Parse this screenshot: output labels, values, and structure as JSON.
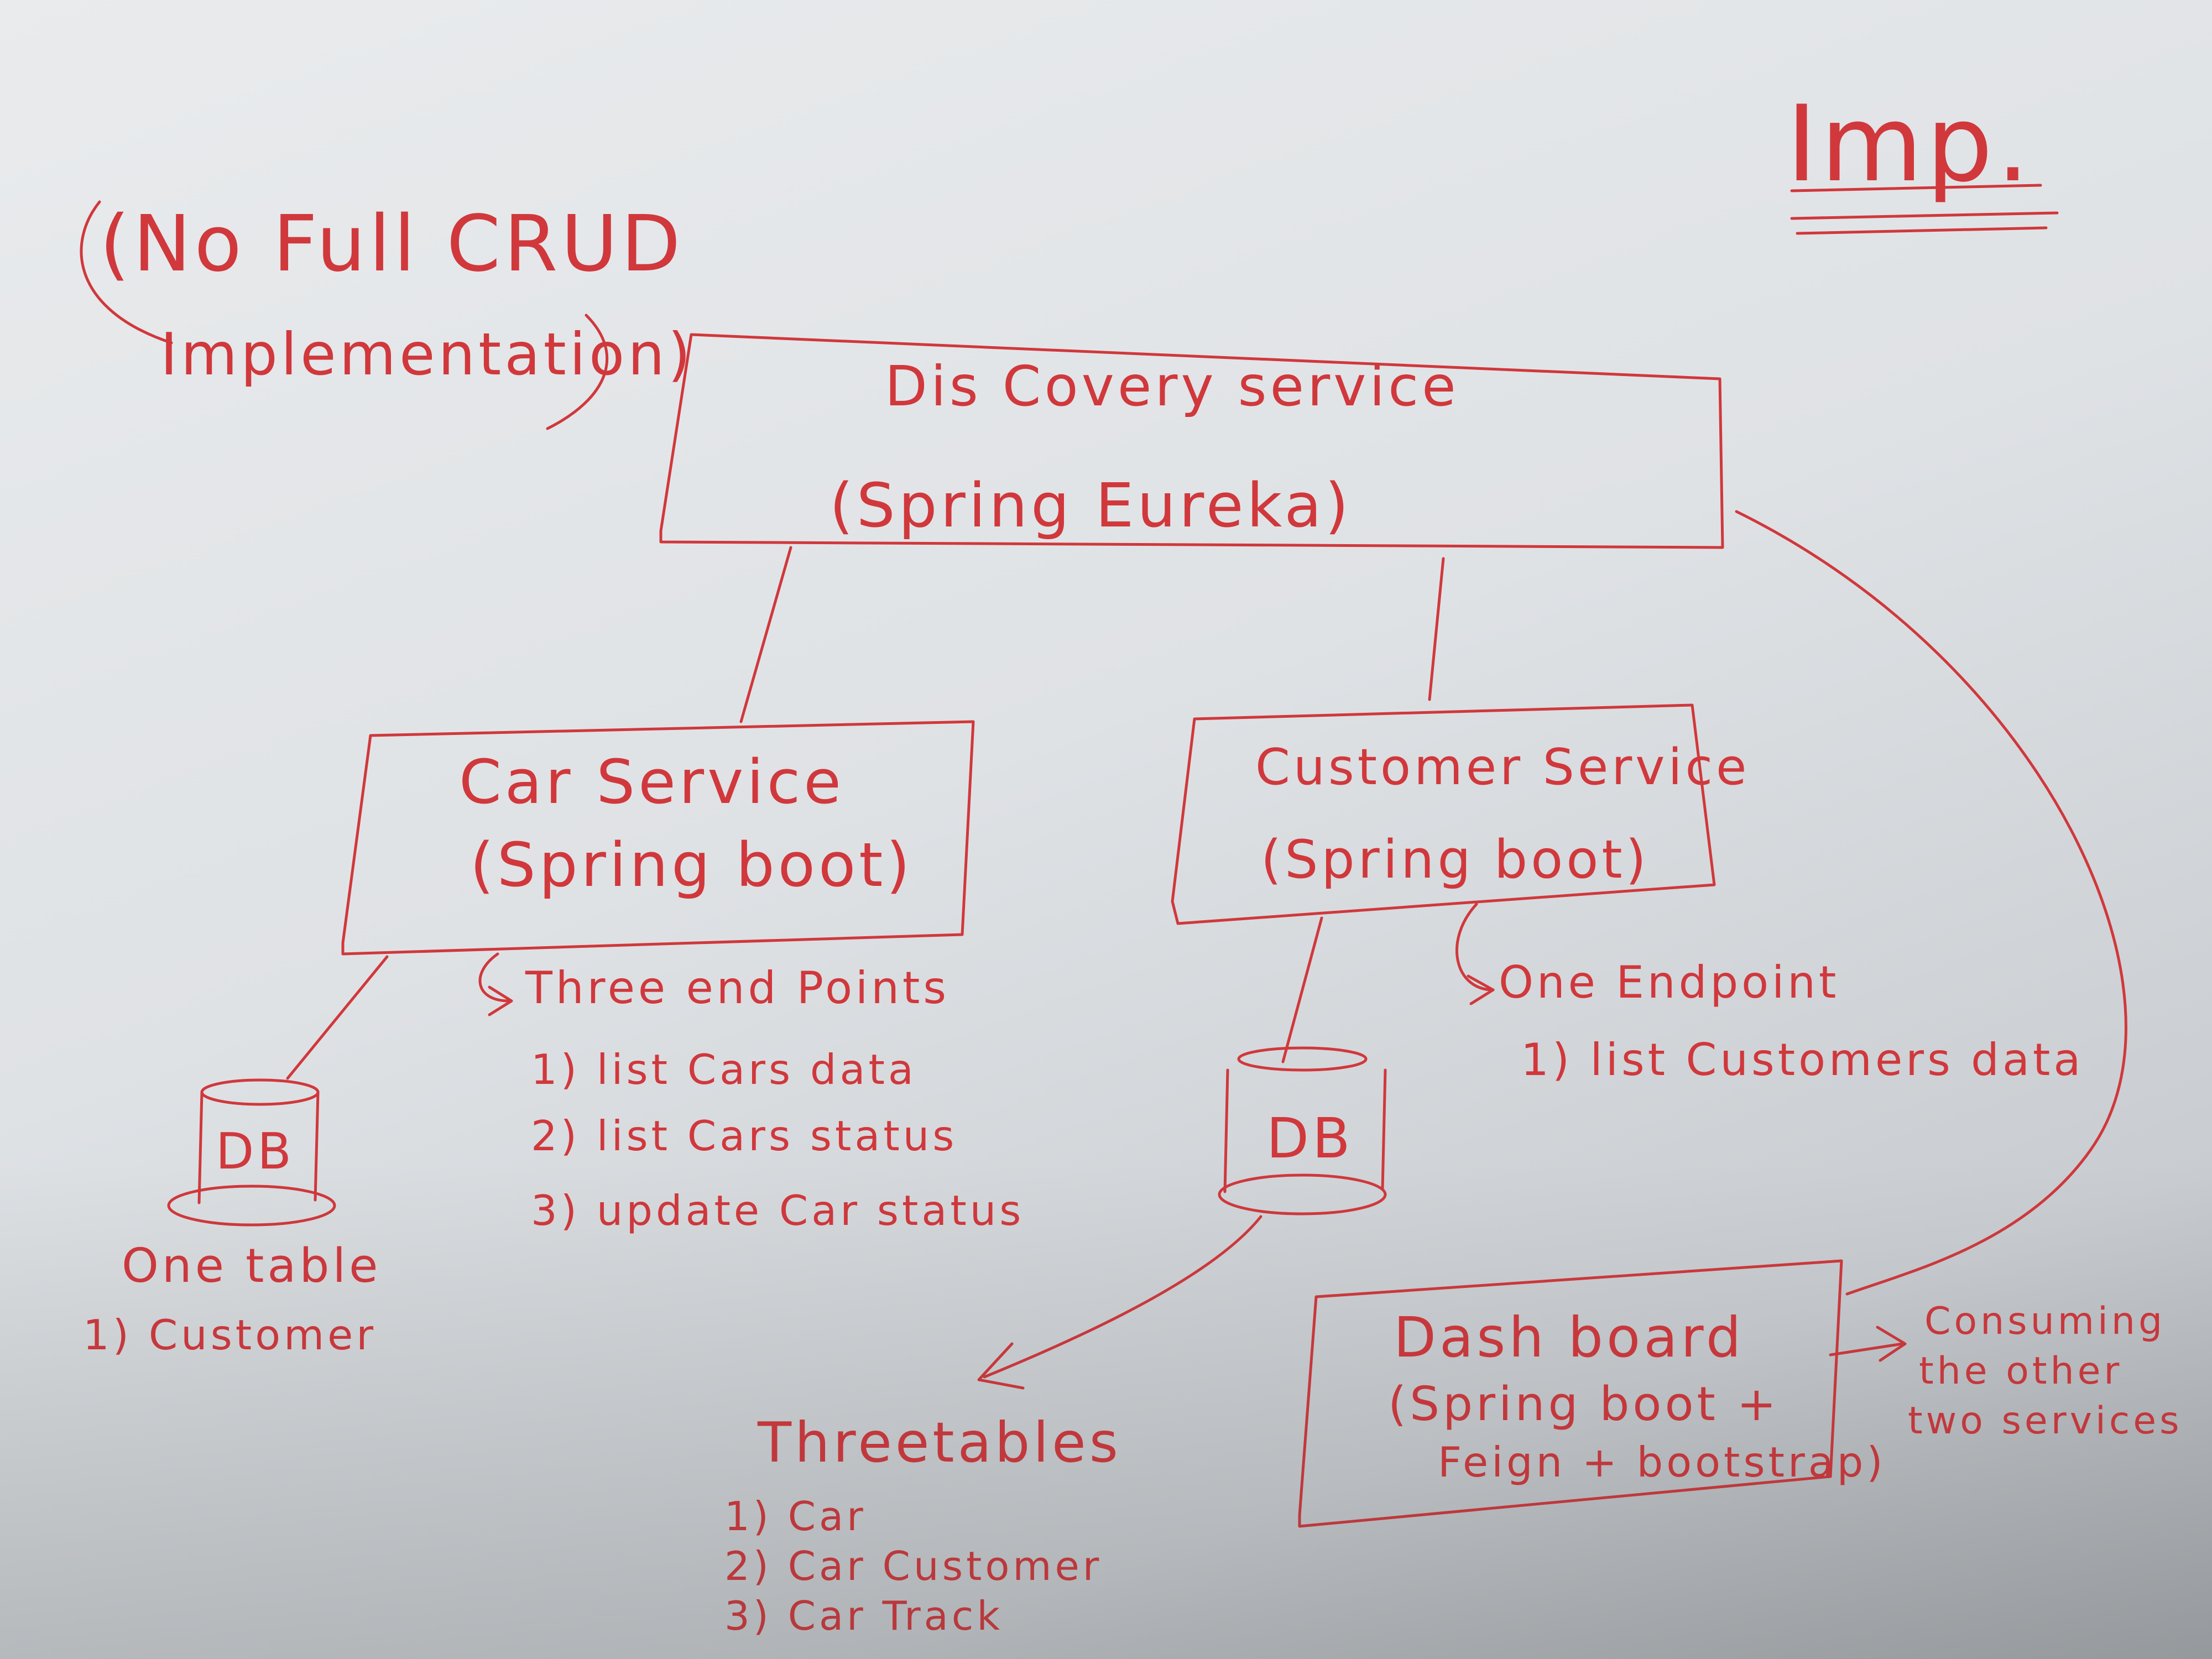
{
  "note": {
    "line1": "(No Full CRUD",
    "line2": "Implementation)",
    "imp": "Imp."
  },
  "discovery": {
    "title": "Dis Covery service",
    "subtitle": "(Spring Eureka)"
  },
  "car_service": {
    "title": "Car Service",
    "subtitle": "(Spring boot)",
    "endpoints_heading": "Three end Points",
    "endpoints": [
      "1) list Cars data",
      "2) list Cars status",
      "3) update Car status"
    ],
    "db_label": "DB",
    "tables_heading": "One table",
    "tables": [
      "1) Customer"
    ]
  },
  "customer_service": {
    "title": "Customer Service",
    "subtitle": "(Spring boot)",
    "endpoints_heading": "One Endpoint",
    "endpoints": [
      "1) list Customers data"
    ],
    "db_label": "DB",
    "tables_heading": "Threetables",
    "tables": [
      "1) Car",
      "2) Car Customer",
      "3) Car Track"
    ]
  },
  "dashboard": {
    "title": "Dash board",
    "line2": "(Spring boot +",
    "line3": "Feign + bootstrap)",
    "note": [
      "Consuming",
      "the other",
      "two services"
    ]
  },
  "colors": {
    "ink": "#d0383c",
    "board": "#e4e6e8"
  }
}
